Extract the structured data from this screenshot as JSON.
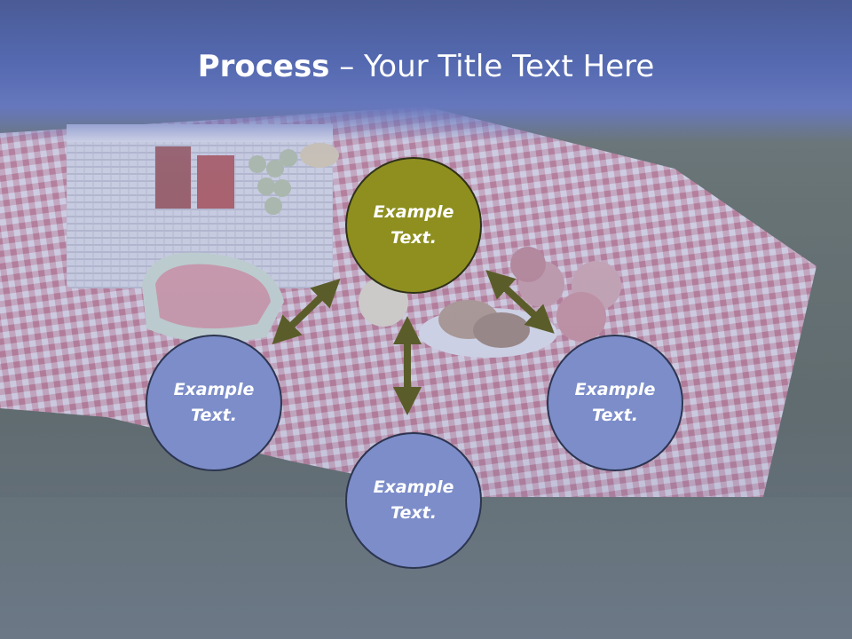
{
  "slide": {
    "title_bold": "Process",
    "title_rest": " – Your Title Text Here"
  },
  "diagram": {
    "center": {
      "line1": "Example",
      "line2": "Text."
    },
    "left": {
      "line1": "Example",
      "line2": "Text."
    },
    "right": {
      "line1": "Example",
      "line2": "Text."
    },
    "bottom": {
      "line1": "Example",
      "line2": "Text."
    }
  },
  "colors": {
    "title_band": "#5469b0",
    "center_node": "#8e8f1f",
    "satellite_node": "#7c8dc9",
    "arrow": "#5a5d2a",
    "node_border": "#2c3550"
  },
  "background": "picnic-blanket-photo"
}
